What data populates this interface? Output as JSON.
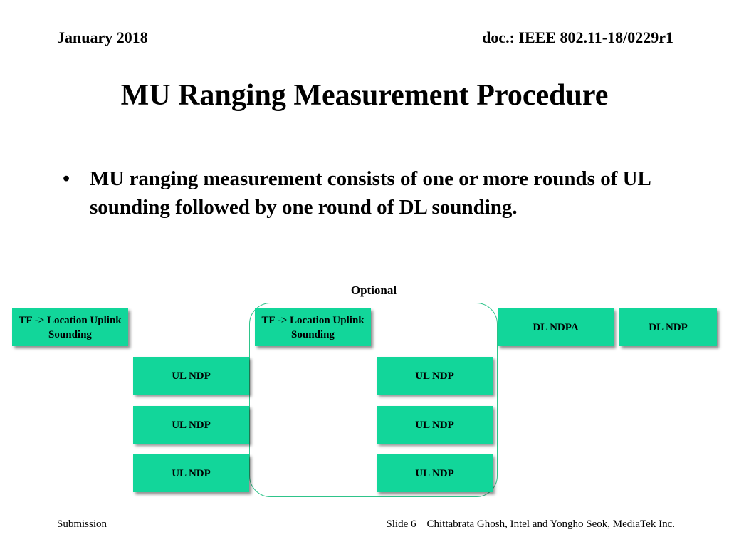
{
  "header": {
    "date": "January 2018",
    "doc": "doc.: IEEE 802.11-18/0229r1"
  },
  "title": "MU Ranging Measurement Procedure",
  "bullet": {
    "marker": "•",
    "text": "MU ranging measurement consists of one or more rounds of UL sounding followed by one round of DL sounding."
  },
  "diagram": {
    "optional_label": "Optional",
    "tf_box_1": "TF -> Location Uplink Sounding",
    "tf_box_2": "TF -> Location Uplink Sounding",
    "dl_ndpa": "DL NDPA",
    "dl_ndp": "DL NDP",
    "ul_ndp_col1": [
      "UL NDP",
      "UL NDP",
      "UL NDP"
    ],
    "ul_ndp_col2": [
      "UL NDP",
      "UL NDP",
      "UL NDP"
    ],
    "box_color": "#12d69a",
    "frame_color": "#2ec48a"
  },
  "footer": {
    "left": "Submission",
    "right": "Slide 6    Chittabrata Ghosh, Intel and Yongho Seok, MediaTek Inc."
  }
}
